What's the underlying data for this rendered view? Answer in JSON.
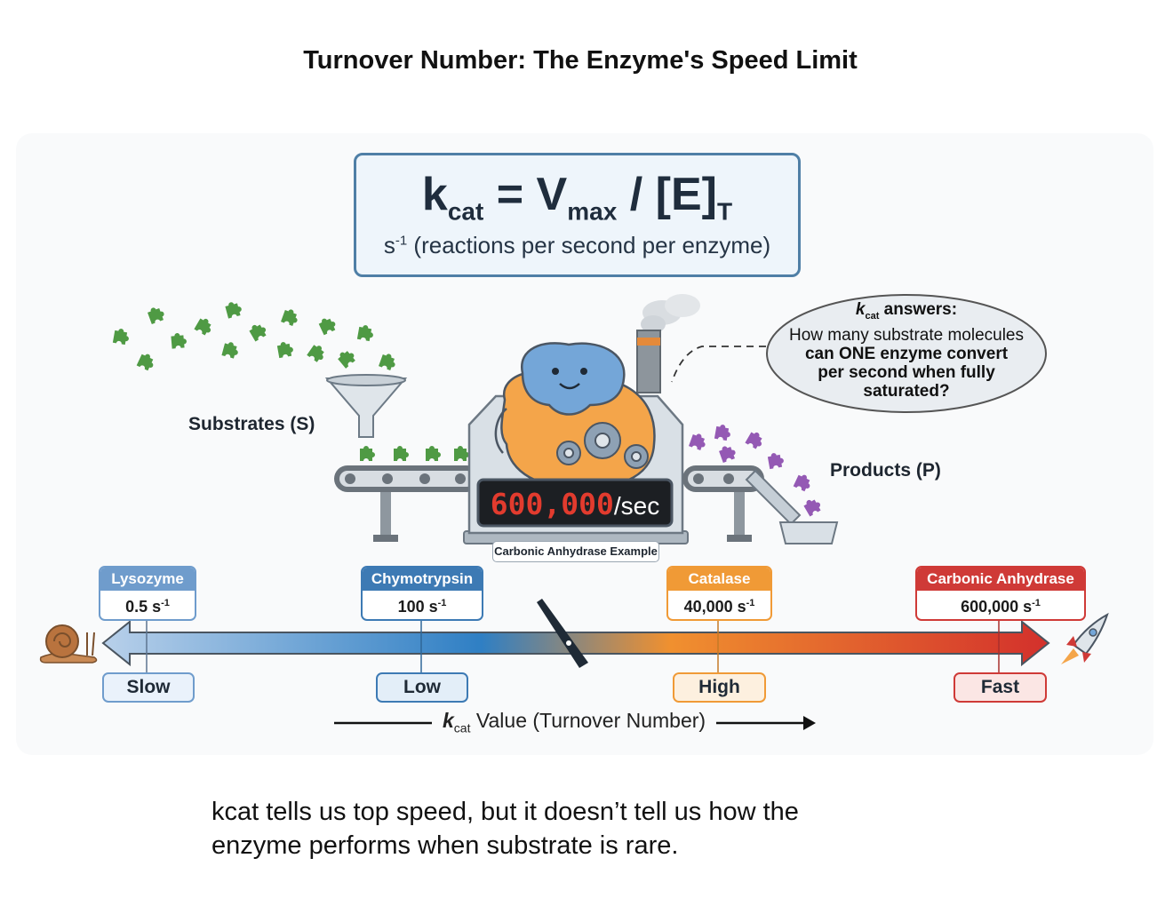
{
  "title": "Turnover Number: The Enzyme's Speed Limit",
  "formula": {
    "k": "k",
    "k_sub": "cat",
    "eq": " = V",
    "v_sub": "max",
    "slash": " / [E]",
    "e_sub": "T",
    "units_base": "s",
    "units_exp": "-1",
    "units_text": " (reactions per second per enzyme)"
  },
  "substrates_label": "Substrates (S)",
  "products_label": "Products (P)",
  "speech": {
    "k": "k",
    "k_sub": "cat",
    "title_rest": " answers:",
    "line1": "How many substrate molecules",
    "line2": "can ONE enzyme convert",
    "line3": "per second when fully",
    "line4": "saturated?"
  },
  "counter": {
    "value": "600,000",
    "unit": "/sec"
  },
  "example_label": "Carbonic Anhydrase Example",
  "enzymes": [
    {
      "name": "Lysozyme",
      "rate": "0.5 s",
      "exp": "-1",
      "color": "#6f9ccc"
    },
    {
      "name": "Chymotrypsin",
      "rate": "100 s",
      "exp": "-1",
      "color": "#3d7ab4"
    },
    {
      "name": "Catalase",
      "rate": "40,000 s",
      "exp": "-1",
      "color": "#f09a36"
    },
    {
      "name": "Carbonic Anhydrase",
      "rate": "600,000 s",
      "exp": "-1",
      "color": "#cf3a37"
    }
  ],
  "speeds": [
    {
      "label": "Slow",
      "color": "#6f9ccc",
      "bg": "#eaf2fb"
    },
    {
      "label": "Low",
      "color": "#3d7ab4",
      "bg": "#e3eef8"
    },
    {
      "label": "High",
      "color": "#f09a36",
      "bg": "#fdf0df"
    },
    {
      "label": "Fast",
      "color": "#cf3a37",
      "bg": "#fbe6e4"
    }
  ],
  "axis": {
    "k": "k",
    "k_sub": "cat",
    "rest": " Value (Turnover Number)"
  },
  "caption": {
    "line1": "kcat tells us top speed, but it doesn’t tell us how the",
    "line2": "enzyme performs when substrate is rare."
  },
  "icons": {
    "left": "snail-icon",
    "right": "rocket-icon",
    "enzyme": "enzyme-mascot-icon",
    "gear": "gear-icon",
    "funnel": "funnel-icon",
    "puzzle": "puzzle-piece-icon"
  }
}
